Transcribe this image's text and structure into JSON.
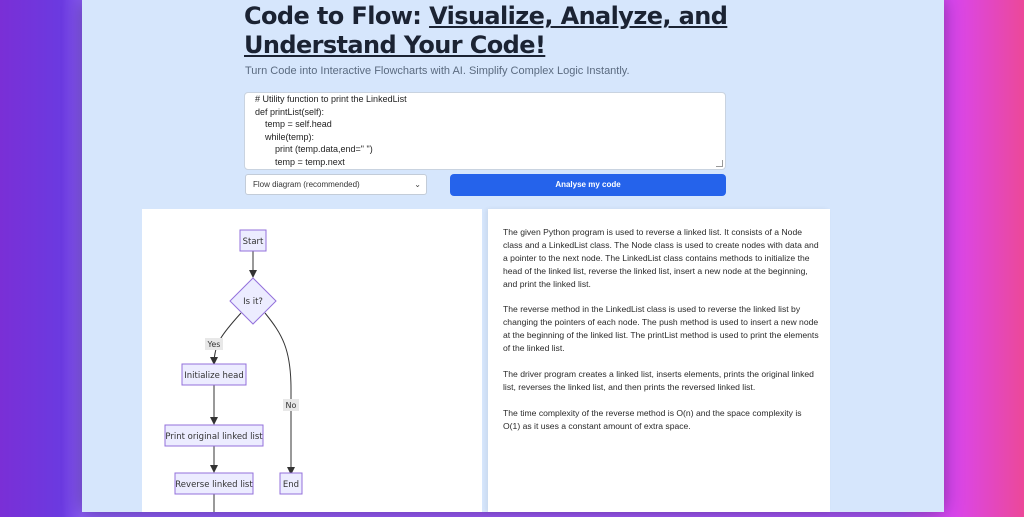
{
  "header": {
    "title_plain": "Code to Flow: ",
    "title_line1": "Visualize, Analyze, and",
    "title_line2": "Understand Your Code!",
    "subtitle": "Turn Code into Interactive Flowcharts with AI. Simplify Complex Logic Instantly."
  },
  "editor": {
    "lines": [
      "    # Utility function to print the LinkedList",
      "    def printList(self):",
      "        temp = self.head",
      "        while(temp):",
      "            print (temp.data,end=\" \")",
      "            temp = temp.next"
    ]
  },
  "controls": {
    "diagram_type": "Flow diagram (recommended)",
    "analyse_label": "Analyse my code"
  },
  "flowchart": {
    "start": "Start",
    "decision": "Is it?",
    "yes": "Yes",
    "no": "No",
    "init_head": "Initialize head",
    "print_original": "Print original linked list",
    "reverse": "Reverse linked list",
    "end": "End"
  },
  "explanation": [
    "The given Python program is used to reverse a linked list. It consists of a Node class and a LinkedList class. The Node class is used to create nodes with data and a pointer to the next node. The LinkedList class contains methods to initialize the head of the linked list, reverse the linked list, insert a new node at the beginning, and print the linked list.",
    "The reverse method in the LinkedList class is used to reverse the linked list by changing the pointers of each node. The push method is used to insert a new node at the beginning of the linked list. The printList method is used to print the elements of the linked list.",
    "The driver program creates a linked list, inserts elements, prints the original linked list, reverses the linked list, and then prints the reversed linked list.",
    "The time complexity of the reverse method is O(n) and the space complexity is O(1) as it uses a constant amount of extra space."
  ],
  "colors": {
    "page_bg": "#d6e6fc",
    "accent": "#2563eb",
    "node_fill": "#ececff",
    "node_stroke": "#9370db"
  }
}
